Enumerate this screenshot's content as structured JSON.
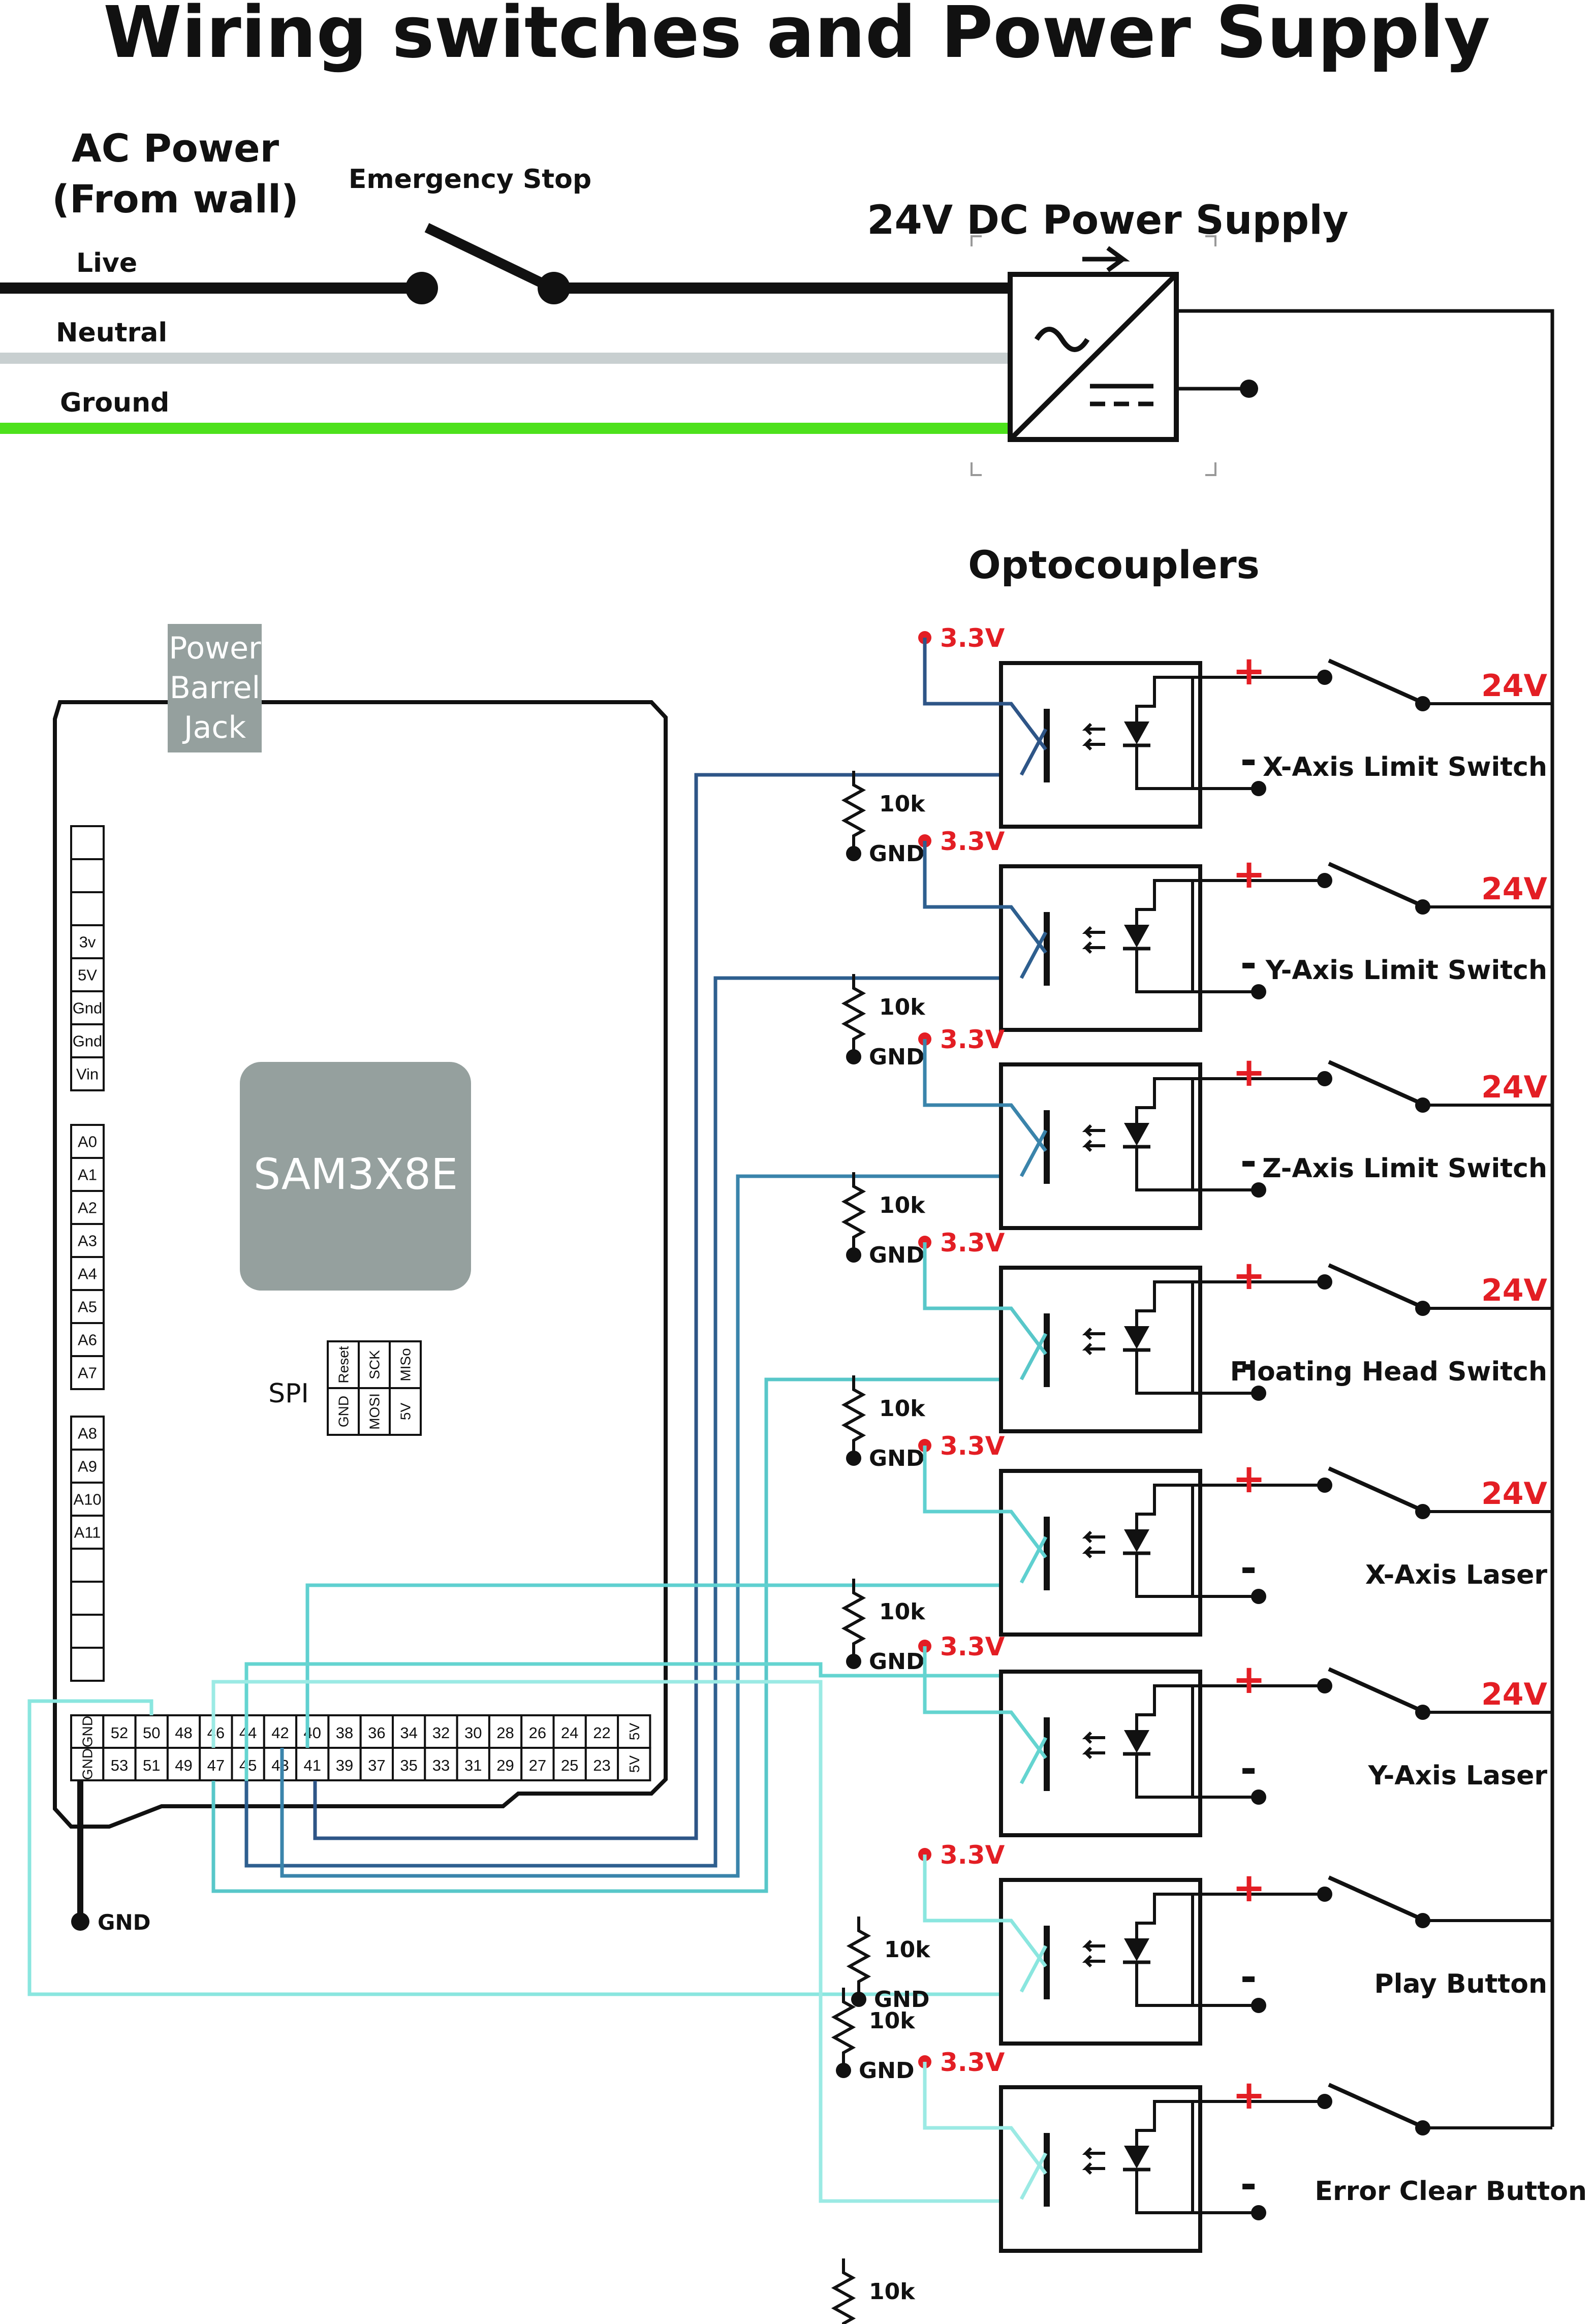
{
  "title": "Wiring switches and Power Supply",
  "ac": {
    "title_line1": "AC Power",
    "title_line2": "(From wall)",
    "live": "Live",
    "neutral": "Neutral",
    "ground": "Ground",
    "estop": "Emergency Stop",
    "colors": {
      "live": "#111111",
      "neutral": "#c8cfd0",
      "ground": "#4de11c"
    }
  },
  "psu": {
    "label": "24V DC Power Supply"
  },
  "opto": {
    "heading": "Optocouplers",
    "v33": "3.3V",
    "v24": "24V",
    "plus": "+",
    "minus": "-",
    "res": "10k",
    "gnd": "GND",
    "colors": {
      "supply": "#e31e24",
      "wires": [
        "#2e5587",
        "#2e5f8f",
        "#3a84ab",
        "#58c7c9",
        "#5fd0d0",
        "#64d4d0",
        "#8ae6df",
        "#9beae4"
      ]
    }
  },
  "switches": [
    {
      "name": "X-Axis Limit Switch",
      "voltage": "24V"
    },
    {
      "name": "Y-Axis Limit Switch",
      "voltage": "24V"
    },
    {
      "name": "Z-Axis Limit Switch",
      "voltage": "24V"
    },
    {
      "name": "Floating Head Switch",
      "voltage": "24V"
    },
    {
      "name": "X-Axis Laser",
      "voltage": "24V"
    },
    {
      "name": "Y-Axis Laser",
      "voltage": "24V"
    },
    {
      "name": "Play Button",
      "voltage": ""
    },
    {
      "name": "Error Clear Button",
      "voltage": ""
    }
  ],
  "board": {
    "chip": "SAM3X8E",
    "jack": [
      "Power",
      "Barrel",
      "Jack"
    ],
    "spi_label": "SPI",
    "spi_top": [
      "Reset",
      "SCK",
      "MISo"
    ],
    "spi_bottom": [
      "GND",
      "MOSI",
      "5V"
    ],
    "power_pins": [
      "",
      "",
      "",
      "3v",
      "5V",
      "Gnd",
      "Gnd",
      "Vin"
    ],
    "analog1": [
      "A0",
      "A1",
      "A2",
      "A3",
      "A4",
      "A5",
      "A6",
      "A7"
    ],
    "analog2": [
      "A8",
      "A9",
      "A10",
      "A11",
      "",
      "",
      "",
      ""
    ],
    "header_top": [
      "GND",
      "52",
      "50",
      "48",
      "46",
      "44",
      "42",
      "40",
      "38",
      "36",
      "34",
      "32",
      "30",
      "28",
      "26",
      "24",
      "22",
      "5V"
    ],
    "header_bottom": [
      "GND",
      "53",
      "51",
      "49",
      "47",
      "45",
      "43",
      "41",
      "39",
      "37",
      "35",
      "33",
      "31",
      "29",
      "27",
      "25",
      "23",
      "5V"
    ],
    "gnd_label": "GND"
  }
}
